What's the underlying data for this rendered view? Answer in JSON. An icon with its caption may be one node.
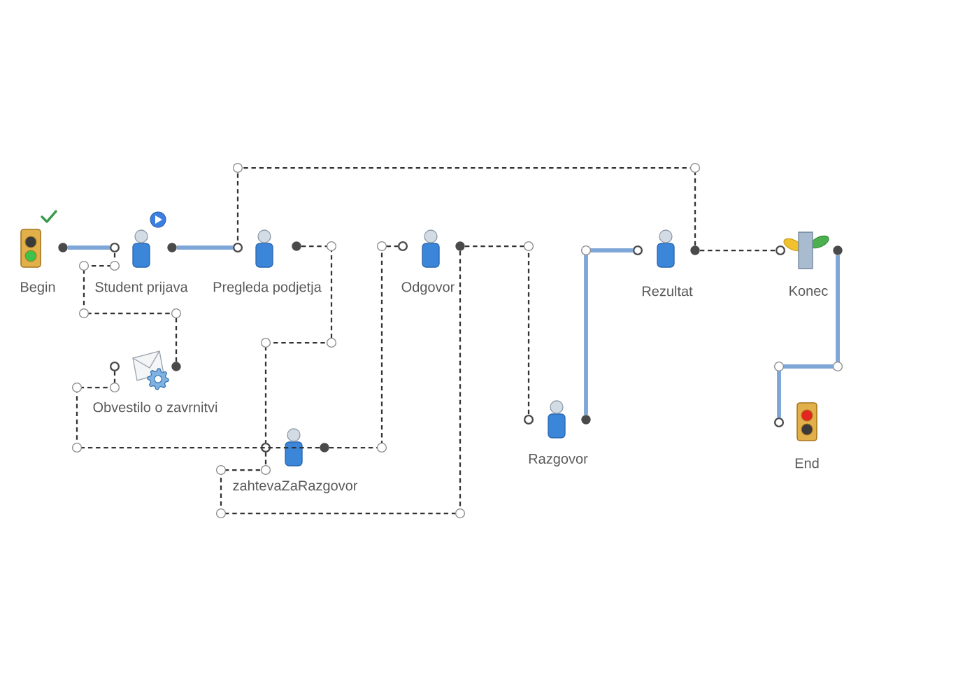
{
  "diagram": {
    "nodes": [
      {
        "text": [
          "Begin"
        ]
      },
      {
        "text": [
          "Student prijava"
        ]
      },
      {
        "text": [
          "Pregleda podjetja"
        ]
      },
      {
        "text": [
          "Odgovor"
        ]
      },
      {
        "text": [
          "Rezultat"
        ]
      },
      {
        "text": [
          "Konec"
        ]
      },
      {
        "text": [
          "Obvestilo o zavrnitvi"
        ]
      },
      {
        "text": [
          "Razgovor"
        ]
      },
      {
        "text": [
          "End"
        ]
      },
      {
        "text": [
          "zahtevaZaRazgovor"
        ]
      }
    ],
    "edges": [
      {
        "from": 0,
        "to": 1,
        "arrow": "none",
        "style": "thick",
        "color": "#7ea7d8"
      },
      {
        "from": 1,
        "to": 2,
        "arrow": "none",
        "style": "thick",
        "color": "#7ea7d8"
      },
      {
        "from": 6,
        "to": 1,
        "arrow": "none",
        "style": "dashed"
      },
      {
        "from": 9,
        "to": 6,
        "arrow": "none",
        "style": "dashed"
      },
      {
        "from": 9,
        "to": 3,
        "arrow": "none",
        "style": "dashed"
      },
      {
        "from": 2,
        "to": 9,
        "arrow": "none",
        "style": "dashed"
      },
      {
        "from": 3,
        "to": 9,
        "arrow": "none",
        "style": "dashed"
      },
      {
        "from": 3,
        "to": 7,
        "arrow": "none",
        "style": "dashed"
      },
      {
        "from": 7,
        "to": 4,
        "arrow": "none",
        "style": "thick",
        "color": "#7ea7d8"
      },
      {
        "from": 4,
        "to": 2,
        "arrow": "none",
        "style": "dashed"
      },
      {
        "from": 4,
        "to": 5,
        "arrow": "none",
        "style": "dashed"
      },
      {
        "from": 5,
        "to": 8,
        "arrow": "none",
        "style": "thick",
        "color": "#7ea7d8"
      }
    ]
  }
}
